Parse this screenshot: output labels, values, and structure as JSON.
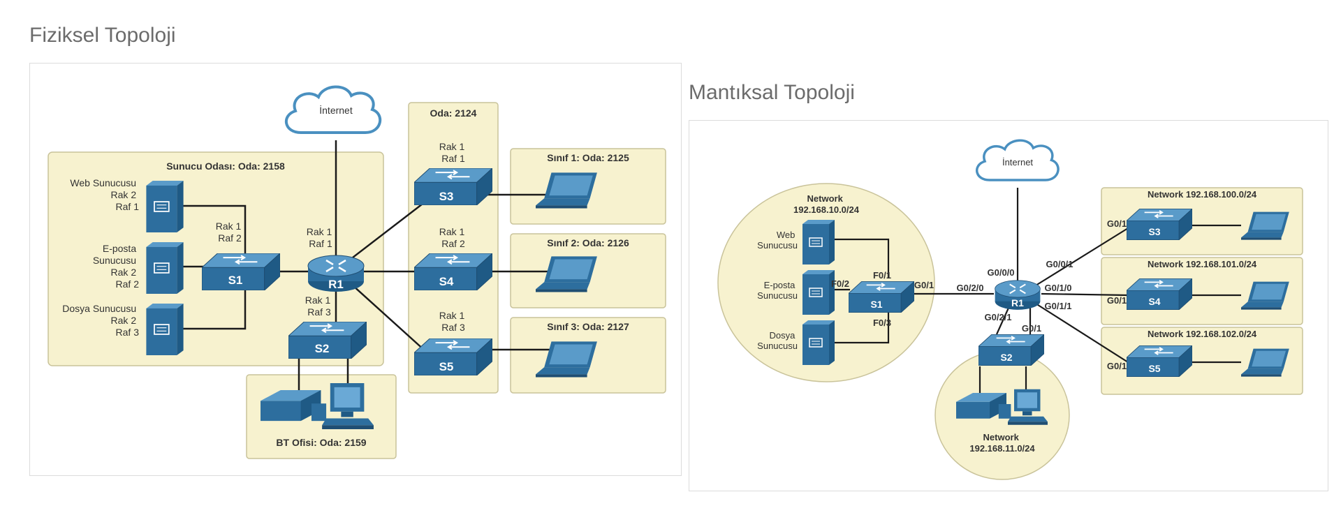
{
  "titles": {
    "physical": "Fiziksel Topoloji",
    "logical": "Mantıksal Topoloji"
  },
  "colors": {
    "room_fill": "#f7f2cf",
    "device_blue": "#2d6e9e",
    "line": "#1a1a1a",
    "cloud_stroke": "#4a90c0"
  },
  "physical": {
    "internet": "İnternet",
    "server_room": "Sunucu Odası: Oda: 2158",
    "room_2124": "Oda: 2124",
    "it_office": "BT Ofisi: Oda: 2159",
    "class1": "Sınıf 1: Oda: 2125",
    "class2": "Sınıf 2: Oda: 2126",
    "class3": "Sınıf 3: Oda: 2127",
    "web_server": [
      "Web Sunucusu",
      "Rak 2",
      "Raf 1"
    ],
    "email_server": [
      "E-posta",
      "Sunucusu",
      "Rak 2",
      "Raf 2"
    ],
    "file_server": [
      "Dosya Sunucusu",
      "Rak 2",
      "Raf 3"
    ],
    "s1_loc": [
      "Rak 1",
      "Raf 2"
    ],
    "r1_loc": [
      "Rak 1",
      "Raf 1"
    ],
    "s2_loc": [
      "Rak 1",
      "Raf 3"
    ],
    "s3_loc": [
      "Rak 1",
      "Raf 1"
    ],
    "s4_loc": [
      "Rak 1",
      "Raf 2"
    ],
    "s5_loc": [
      "Rak 1",
      "Raf 3"
    ],
    "devices": {
      "s1": "S1",
      "s2": "S2",
      "s3": "S3",
      "s4": "S4",
      "s5": "S5",
      "r1": "R1"
    }
  },
  "logical": {
    "internet": "İnternet",
    "net10": [
      "Network",
      "192.168.10.0/24"
    ],
    "net11": [
      "Network",
      "192.168.11.0/24"
    ],
    "net100": "Network 192.168.100.0/24",
    "net101": "Network 192.168.101.0/24",
    "net102": "Network 192.168.102.0/24",
    "web_server": [
      "Web",
      "Sunucusu"
    ],
    "email_server": [
      "E-posta",
      "Sunucusu"
    ],
    "file_server": [
      "Dosya",
      "Sunucusu"
    ],
    "ports": {
      "s1_f01": "F0/1",
      "s1_f02": "F0/2",
      "s1_f03": "F0/3",
      "s1_g01": "G0/1",
      "r1_g020": "G0/2/0",
      "r1_g000": "G0/0/0",
      "r1_g001": "G0/0/1",
      "r1_g010": "G0/1/0",
      "r1_g011": "G0/1/1",
      "r1_g021": "G0/2/1",
      "s2_g01": "G0/1",
      "s3_g01": "G0/1",
      "s4_g01": "G0/1",
      "s5_g01": "G0/1"
    },
    "devices": {
      "s1": "S1",
      "s2": "S2",
      "s3": "S3",
      "s4": "S4",
      "s5": "S5",
      "r1": "R1"
    }
  }
}
